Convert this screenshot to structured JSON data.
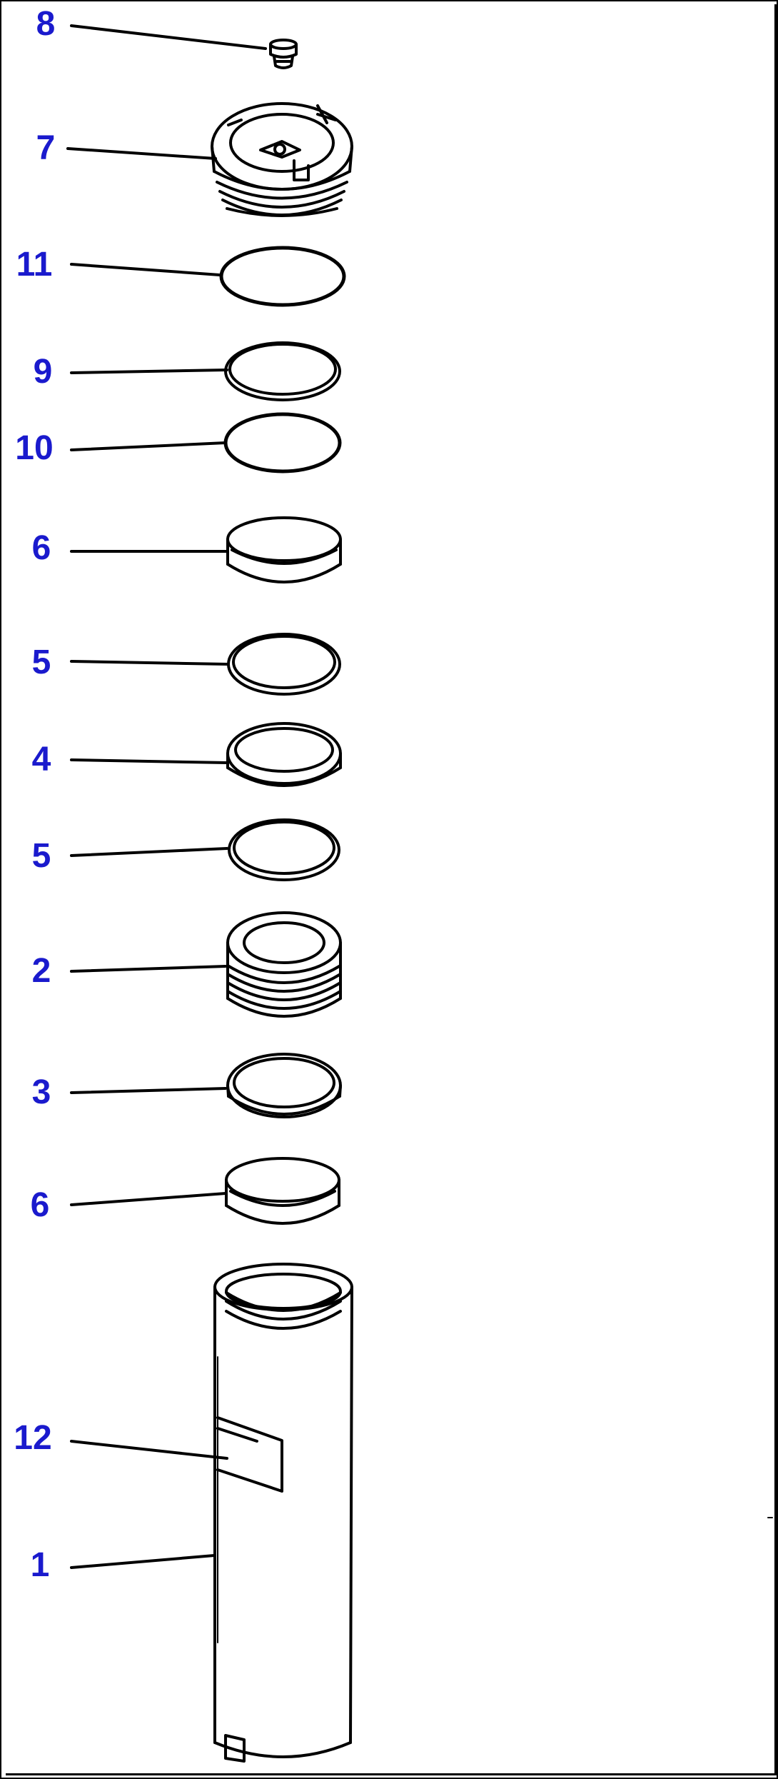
{
  "diagram": {
    "label_color": "#1a1acd",
    "line_color": "#000000",
    "callouts": [
      {
        "id": "8",
        "label": "8",
        "part": "plug"
      },
      {
        "id": "7",
        "label": "7",
        "part": "head"
      },
      {
        "id": "11",
        "label": "11",
        "part": "o-ring"
      },
      {
        "id": "9",
        "label": "9",
        "part": "backup-ring"
      },
      {
        "id": "10",
        "label": "10",
        "part": "o-ring"
      },
      {
        "id": "6a",
        "label": "6",
        "part": "wear-ring"
      },
      {
        "id": "5a",
        "label": "5",
        "part": "backup-ring"
      },
      {
        "id": "4",
        "label": "4",
        "part": "packing"
      },
      {
        "id": "5b",
        "label": "5",
        "part": "backup-ring"
      },
      {
        "id": "2",
        "label": "2",
        "part": "piston"
      },
      {
        "id": "3",
        "label": "3",
        "part": "seal-ring"
      },
      {
        "id": "6b",
        "label": "6",
        "part": "wear-ring"
      },
      {
        "id": "12",
        "label": "12",
        "part": "plate"
      },
      {
        "id": "1",
        "label": "1",
        "part": "cylinder"
      }
    ]
  }
}
